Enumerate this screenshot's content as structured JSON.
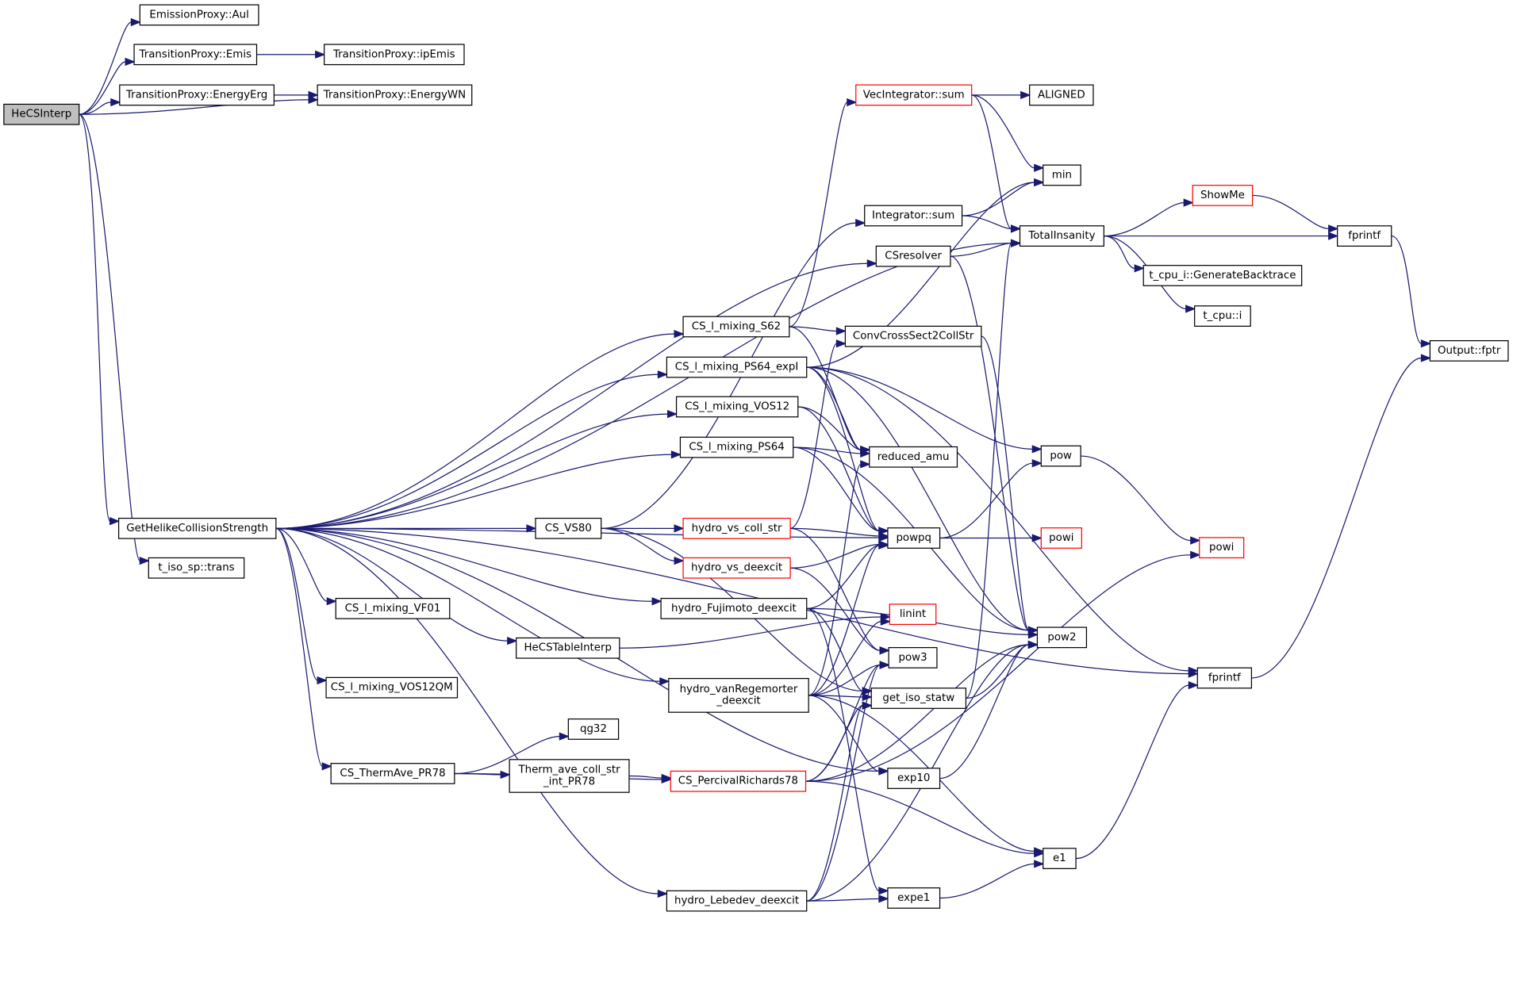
{
  "diagram": {
    "type": "call-graph",
    "colors": {
      "edge": "#191970",
      "root_fill": "#bfbfbf",
      "node_border": "#000000",
      "truncated_border": "#ff0000"
    },
    "nodes": [
      {
        "id": "HeCSInterp",
        "label": "HeCSInterp",
        "style": "root"
      },
      {
        "id": "EmissionProxy_Aul",
        "label": "EmissionProxy::Aul",
        "style": "normal"
      },
      {
        "id": "TransitionProxy_Emis",
        "label": "TransitionProxy::Emis",
        "style": "normal"
      },
      {
        "id": "TransitionProxy_ipEmis",
        "label": "TransitionProxy::ipEmis",
        "style": "normal"
      },
      {
        "id": "TransitionProxy_EnergyErg",
        "label": "TransitionProxy::EnergyErg",
        "style": "normal"
      },
      {
        "id": "TransitionProxy_EnergyWN",
        "label": "TransitionProxy::EnergyWN",
        "style": "normal"
      },
      {
        "id": "GetHelikeCollisionStrength",
        "label": "GetHelikeCollisionStrength",
        "style": "normal"
      },
      {
        "id": "t_iso_sp_trans",
        "label": "t_iso_sp::trans",
        "style": "normal"
      },
      {
        "id": "VecIntegrator_sum",
        "label": "VecIntegrator::sum",
        "style": "truncated"
      },
      {
        "id": "ALIGNED",
        "label": "ALIGNED",
        "style": "normal"
      },
      {
        "id": "min",
        "label": "min",
        "style": "normal"
      },
      {
        "id": "Integrator_sum",
        "label": "Integrator::sum",
        "style": "normal"
      },
      {
        "id": "TotalInsanity",
        "label": "TotalInsanity",
        "style": "normal"
      },
      {
        "id": "CSresolver",
        "label": "CSresolver",
        "style": "normal"
      },
      {
        "id": "ShowMe",
        "label": "ShowMe",
        "style": "truncated"
      },
      {
        "id": "fprintf_top",
        "label": "fprintf",
        "style": "normal"
      },
      {
        "id": "GenerateBacktrace",
        "label": "t_cpu_i::GenerateBacktrace",
        "style": "normal"
      },
      {
        "id": "t_cpu_i",
        "label": "t_cpu::i",
        "style": "normal"
      },
      {
        "id": "Output_fptr",
        "label": "Output::fptr",
        "style": "normal"
      },
      {
        "id": "CS_l_mixing_S62",
        "label": "CS_l_mixing_S62",
        "style": "normal"
      },
      {
        "id": "ConvCrossSect2CollStr",
        "label": "ConvCrossSect2CollStr",
        "style": "normal"
      },
      {
        "id": "CS_l_mixing_PS64_expI",
        "label": "CS_l_mixing_PS64_expI",
        "style": "normal"
      },
      {
        "id": "CS_l_mixing_VOS12",
        "label": "CS_l_mixing_VOS12",
        "style": "normal"
      },
      {
        "id": "CS_l_mixing_PS64",
        "label": "CS_l_mixing_PS64",
        "style": "normal"
      },
      {
        "id": "reduced_amu",
        "label": "reduced_amu",
        "style": "normal"
      },
      {
        "id": "pow",
        "label": "pow",
        "style": "normal"
      },
      {
        "id": "powpq",
        "label": "powpq",
        "style": "normal"
      },
      {
        "id": "powi_mid",
        "label": "powi",
        "style": "truncated"
      },
      {
        "id": "powi_right",
        "label": "powi",
        "style": "truncated"
      },
      {
        "id": "CS_VS80",
        "label": "CS_VS80",
        "style": "normal"
      },
      {
        "id": "hydro_vs_coll_str",
        "label": "hydro_vs_coll_str",
        "style": "truncated"
      },
      {
        "id": "hydro_vs_deexcit",
        "label": "hydro_vs_deexcit",
        "style": "truncated"
      },
      {
        "id": "CS_l_mixing_VF01",
        "label": "CS_l_mixing_VF01",
        "style": "normal"
      },
      {
        "id": "hydro_Fujimoto_deexcit",
        "label": "hydro_Fujimoto_deexcit",
        "style": "normal"
      },
      {
        "id": "linint",
        "label": "linint",
        "style": "truncated"
      },
      {
        "id": "HeCSTableInterp",
        "label": "HeCSTableInterp",
        "style": "normal"
      },
      {
        "id": "pow2",
        "label": "pow2",
        "style": "normal"
      },
      {
        "id": "pow3",
        "label": "pow3",
        "style": "normal"
      },
      {
        "id": "CS_l_mixing_VOS12QM",
        "label": "CS_l_mixing_VOS12QM",
        "style": "normal"
      },
      {
        "id": "hydro_vanRegemorter_deexcit",
        "label": "hydro_vanRegemorter\n_deexcit",
        "style": "normal"
      },
      {
        "id": "get_iso_statw",
        "label": "get_iso_statw",
        "style": "normal"
      },
      {
        "id": "fprintf_mid",
        "label": "fprintf",
        "style": "normal"
      },
      {
        "id": "qg32",
        "label": "qg32",
        "style": "normal"
      },
      {
        "id": "CS_ThermAve_PR78",
        "label": "CS_ThermAve_PR78",
        "style": "normal"
      },
      {
        "id": "Therm_ave_coll_str_int_PR78",
        "label": "Therm_ave_coll_str\n_int_PR78",
        "style": "normal"
      },
      {
        "id": "CS_PercivalRichards78",
        "label": "CS_PercivalRichards78",
        "style": "truncated"
      },
      {
        "id": "exp10",
        "label": "exp10",
        "style": "normal"
      },
      {
        "id": "e1",
        "label": "e1",
        "style": "normal"
      },
      {
        "id": "hydro_Lebedev_deexcit",
        "label": "hydro_Lebedev_deexcit",
        "style": "normal"
      },
      {
        "id": "expe1",
        "label": "expe1",
        "style": "normal"
      }
    ],
    "edges": [
      [
        "HeCSInterp",
        "EmissionProxy_Aul"
      ],
      [
        "HeCSInterp",
        "TransitionProxy_Emis"
      ],
      [
        "HeCSInterp",
        "TransitionProxy_EnergyErg"
      ],
      [
        "HeCSInterp",
        "TransitionProxy_EnergyWN"
      ],
      [
        "HeCSInterp",
        "GetHelikeCollisionStrength"
      ],
      [
        "HeCSInterp",
        "t_iso_sp_trans"
      ],
      [
        "TransitionProxy_Emis",
        "TransitionProxy_ipEmis"
      ],
      [
        "TransitionProxy_EnergyErg",
        "TransitionProxy_EnergyWN"
      ],
      [
        "GetHelikeCollisionStrength",
        "TotalInsanity"
      ],
      [
        "GetHelikeCollisionStrength",
        "CSresolver"
      ],
      [
        "GetHelikeCollisionStrength",
        "CS_l_mixing_S62"
      ],
      [
        "GetHelikeCollisionStrength",
        "CS_l_mixing_PS64_expI"
      ],
      [
        "GetHelikeCollisionStrength",
        "CS_l_mixing_VOS12"
      ],
      [
        "GetHelikeCollisionStrength",
        "CS_l_mixing_PS64"
      ],
      [
        "GetHelikeCollisionStrength",
        "powpq"
      ],
      [
        "GetHelikeCollisionStrength",
        "CS_VS80"
      ],
      [
        "GetHelikeCollisionStrength",
        "hydro_Fujimoto_deexcit"
      ],
      [
        "GetHelikeCollisionStrength",
        "CS_l_mixing_VF01"
      ],
      [
        "GetHelikeCollisionStrength",
        "HeCSTableInterp"
      ],
      [
        "GetHelikeCollisionStrength",
        "CS_l_mixing_VOS12QM"
      ],
      [
        "GetHelikeCollisionStrength",
        "hydro_vanRegemorter_deexcit"
      ],
      [
        "GetHelikeCollisionStrength",
        "CS_ThermAve_PR78"
      ],
      [
        "GetHelikeCollisionStrength",
        "exp10"
      ],
      [
        "GetHelikeCollisionStrength",
        "hydro_Lebedev_deexcit"
      ],
      [
        "GetHelikeCollisionStrength",
        "fprintf_mid"
      ],
      [
        "VecIntegrator_sum",
        "ALIGNED"
      ],
      [
        "VecIntegrator_sum",
        "min"
      ],
      [
        "VecIntegrator_sum",
        "TotalInsanity"
      ],
      [
        "Integrator_sum",
        "min"
      ],
      [
        "Integrator_sum",
        "TotalInsanity"
      ],
      [
        "CSresolver",
        "TotalInsanity"
      ],
      [
        "CSresolver",
        "pow2"
      ],
      [
        "TotalInsanity",
        "ShowMe"
      ],
      [
        "TotalInsanity",
        "fprintf_top"
      ],
      [
        "TotalInsanity",
        "GenerateBacktrace"
      ],
      [
        "TotalInsanity",
        "t_cpu_i"
      ],
      [
        "ShowMe",
        "fprintf_top"
      ],
      [
        "fprintf_top",
        "Output_fptr"
      ],
      [
        "fprintf_mid",
        "Output_fptr"
      ],
      [
        "CS_l_mixing_S62",
        "VecIntegrator_sum"
      ],
      [
        "CS_l_mixing_S62",
        "ConvCrossSect2CollStr"
      ],
      [
        "CS_l_mixing_S62",
        "reduced_amu"
      ],
      [
        "CS_l_mixing_PS64_expI",
        "min"
      ],
      [
        "CS_l_mixing_PS64_expI",
        "pow"
      ],
      [
        "CS_l_mixing_PS64_expI",
        "reduced_amu"
      ],
      [
        "CS_l_mixing_PS64_expI",
        "powpq"
      ],
      [
        "CS_l_mixing_PS64_expI",
        "pow2"
      ],
      [
        "CS_l_mixing_PS64_expI",
        "fprintf_mid"
      ],
      [
        "CS_l_mixing_VOS12",
        "reduced_amu"
      ],
      [
        "CS_l_mixing_VOS12",
        "powpq"
      ],
      [
        "CS_l_mixing_PS64",
        "reduced_amu"
      ],
      [
        "CS_l_mixing_PS64",
        "powpq"
      ],
      [
        "CS_l_mixing_PS64",
        "pow2"
      ],
      [
        "ConvCrossSect2CollStr",
        "pow2"
      ],
      [
        "CS_VS80",
        "Integrator_sum"
      ],
      [
        "CS_VS80",
        "hydro_vs_coll_str"
      ],
      [
        "CS_VS80",
        "hydro_vs_deexcit"
      ],
      [
        "CS_VS80",
        "get_iso_statw"
      ],
      [
        "hydro_vs_coll_str",
        "ConvCrossSect2CollStr"
      ],
      [
        "hydro_vs_coll_str",
        "powpq"
      ],
      [
        "hydro_vs_coll_str",
        "pow3"
      ],
      [
        "hydro_vs_deexcit",
        "powpq"
      ],
      [
        "hydro_vs_deexcit",
        "pow3"
      ],
      [
        "hydro_Fujimoto_deexcit",
        "powpq"
      ],
      [
        "hydro_Fujimoto_deexcit",
        "pow2"
      ],
      [
        "hydro_Fujimoto_deexcit",
        "get_iso_statw"
      ],
      [
        "hydro_Fujimoto_deexcit",
        "expe1"
      ],
      [
        "HeCSTableInterp",
        "linint"
      ],
      [
        "powpq",
        "pow"
      ],
      [
        "powpq",
        "powi_mid"
      ],
      [
        "pow",
        "powi_right"
      ],
      [
        "hydro_vanRegemorter_deexcit",
        "reduced_amu"
      ],
      [
        "hydro_vanRegemorter_deexcit",
        "powpq"
      ],
      [
        "hydro_vanRegemorter_deexcit",
        "linint"
      ],
      [
        "hydro_vanRegemorter_deexcit",
        "pow3"
      ],
      [
        "hydro_vanRegemorter_deexcit",
        "get_iso_statw"
      ],
      [
        "hydro_vanRegemorter_deexcit",
        "exp10"
      ],
      [
        "hydro_vanRegemorter_deexcit",
        "e1"
      ],
      [
        "get_iso_statw",
        "TotalInsanity"
      ],
      [
        "get_iso_statw",
        "pow2"
      ],
      [
        "exp10",
        "pow2"
      ],
      [
        "CS_ThermAve_PR78",
        "qg32"
      ],
      [
        "CS_ThermAve_PR78",
        "Therm_ave_coll_str_int_PR78"
      ],
      [
        "CS_ThermAve_PR78",
        "CS_PercivalRichards78"
      ],
      [
        "Therm_ave_coll_str_int_PR78",
        "CS_PercivalRichards78"
      ],
      [
        "CS_PercivalRichards78",
        "pow3"
      ],
      [
        "CS_PercivalRichards78",
        "get_iso_statw"
      ],
      [
        "CS_PercivalRichards78",
        "pow2"
      ],
      [
        "CS_PercivalRichards78",
        "e1"
      ],
      [
        "CS_PercivalRichards78",
        "powi_right"
      ],
      [
        "hydro_Lebedev_deexcit",
        "pow3"
      ],
      [
        "hydro_Lebedev_deexcit",
        "get_iso_statw"
      ],
      [
        "hydro_Lebedev_deexcit",
        "expe1"
      ],
      [
        "hydro_Lebedev_deexcit",
        "pow2"
      ],
      [
        "expe1",
        "e1"
      ],
      [
        "e1",
        "fprintf_mid"
      ]
    ]
  }
}
